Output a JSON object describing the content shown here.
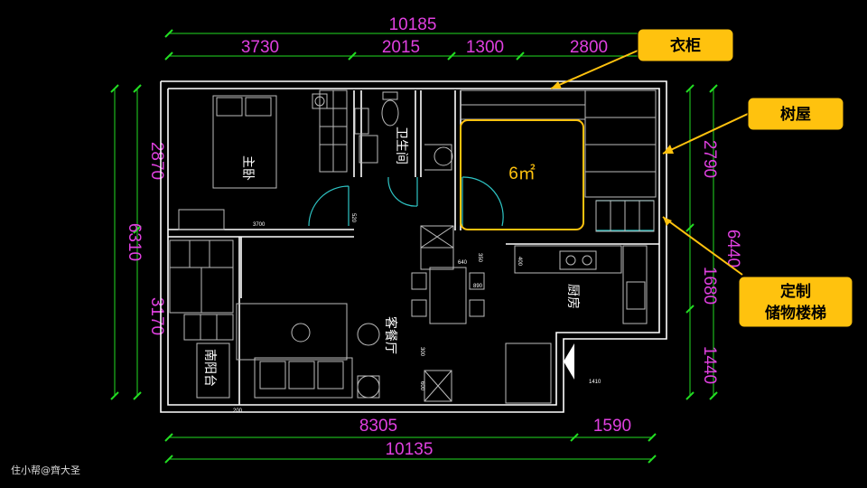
{
  "dimensions": {
    "top_total": "10185",
    "top_segments": [
      "3730",
      "2015",
      "1300",
      "2800"
    ],
    "bottom_segments": [
      "8305",
      "1590"
    ],
    "bottom_total": "10135",
    "left_total": "6310",
    "left_segments": [
      "2870",
      "3170"
    ],
    "right_total": "6440",
    "right_segments": [
      "2790",
      "1680",
      "1440"
    ],
    "small_labels": [
      "3700",
      "1410",
      "200",
      "520",
      "890",
      "640",
      "350",
      "400",
      "300",
      "600"
    ]
  },
  "rooms": {
    "master_bedroom": "主卧",
    "bathroom": "卫生间",
    "living_dining": "客餐厅",
    "kitchen": "厨房",
    "south_balcony": "南阳台"
  },
  "highlight_area": "6㎡",
  "callouts": {
    "wardrobe": "衣柜",
    "treehouse": "树屋",
    "stairs_line1": "定制",
    "stairs_line2": "储物楼梯"
  },
  "watermark": "住小帮@齊大圣",
  "colors": {
    "background": "#000000",
    "dimension_text": "#e040e0",
    "dimension_line": "#22dd22",
    "wall": "#ffffff",
    "furniture": "#bbbbbb",
    "accent": "#ffc20e",
    "door": "#2ec4c4"
  }
}
